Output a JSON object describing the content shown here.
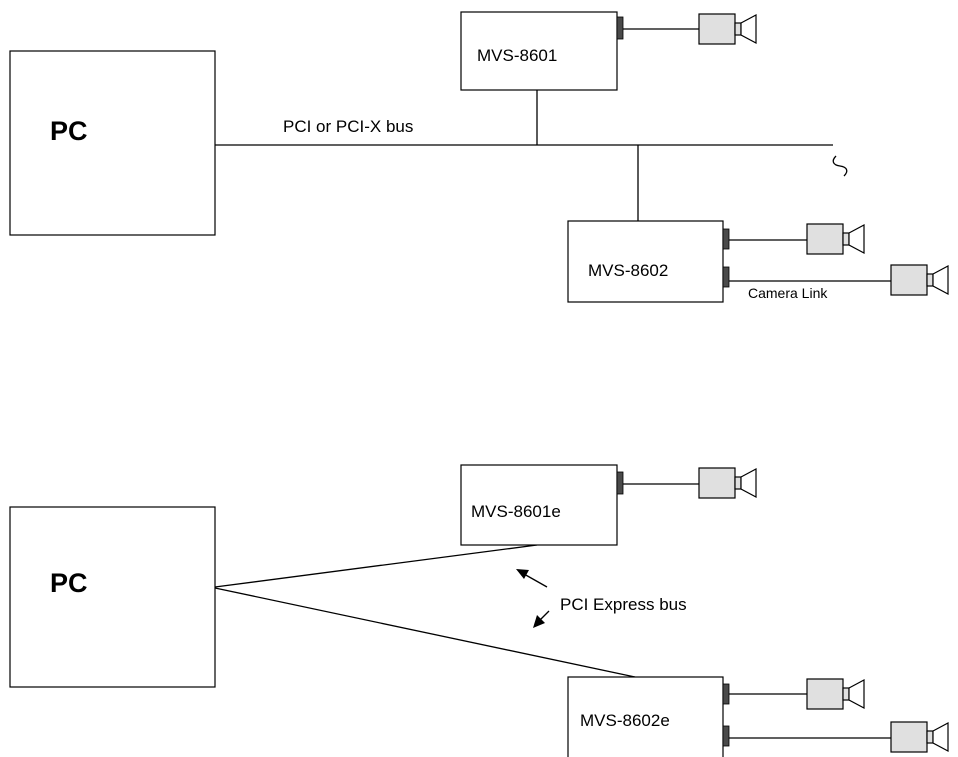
{
  "top": {
    "pc_label": "PC",
    "bus_label": "PCI or PCI-X bus",
    "card1_label": "MVS-8601",
    "card2_label": "MVS-8602",
    "link_label": "Camera Link"
  },
  "bottom": {
    "pc_label": "PC",
    "bus_label": "PCI Express bus",
    "card1_label": "MVS-8601e",
    "card2_label": "MVS-8602e"
  },
  "icons": [
    "camera-icon"
  ]
}
